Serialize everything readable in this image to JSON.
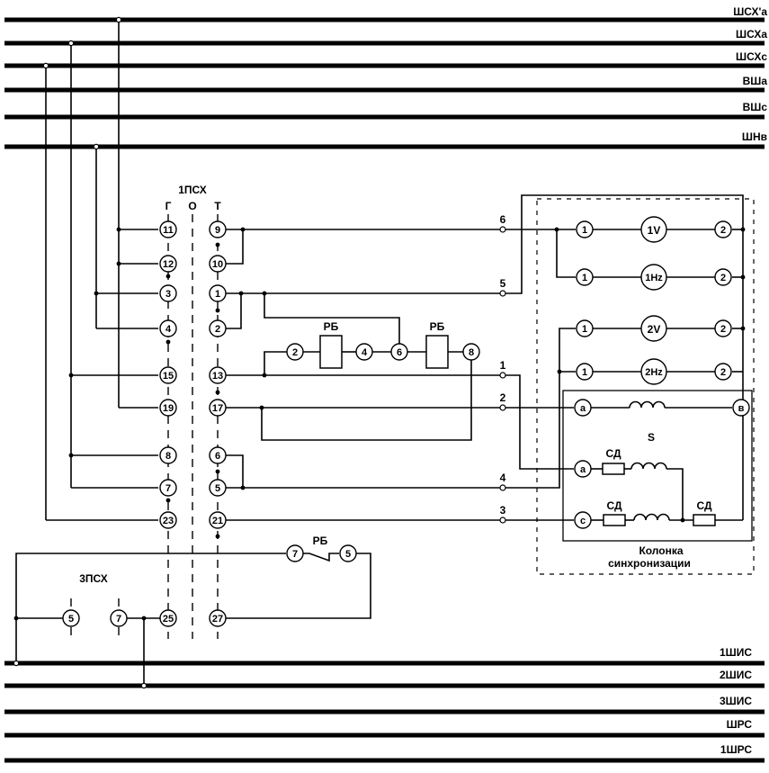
{
  "buses": {
    "top": [
      "ШСХ'а",
      "ШСХа",
      "ШСХс",
      "ВШа",
      "ВШс",
      "ШНв"
    ],
    "bottom": [
      "1ШИС",
      "2ШИС",
      "3ШИС",
      "ШРС",
      "1ШРС"
    ]
  },
  "panel": {
    "title": "1ПСХ",
    "col_g": "Г",
    "col_o": "О",
    "col_t": "Т",
    "g_terminals": [
      "11",
      "12",
      "3",
      "4",
      "15",
      "19",
      "8",
      "7",
      "23",
      "25"
    ],
    "t_terminals": [
      "9",
      "10",
      "1",
      "2",
      "13",
      "17",
      "6",
      "5",
      "21",
      "27"
    ]
  },
  "panel3": {
    "title": "3ПСХ",
    "terminals": [
      "5",
      "7"
    ]
  },
  "wire_labels": [
    "6",
    "5",
    "1",
    "2",
    "4",
    "3"
  ],
  "rb_block": {
    "label1": "РБ",
    "label2": "РБ",
    "terminals": [
      "2",
      "4",
      "6",
      "8"
    ]
  },
  "rb_contact": {
    "label": "РБ",
    "terminals": [
      "7",
      "5"
    ]
  },
  "column": {
    "title_line1": "Колонка",
    "title_line2": "синхронизации",
    "instruments": [
      "1V",
      "1Hz",
      "2V",
      "2Hz"
    ],
    "inst_terminal_left": "1",
    "inst_terminal_right": "2",
    "sync_label": "S",
    "sync_terminals": [
      "а",
      "в",
      "а",
      "с"
    ],
    "resistor_label": "СД"
  }
}
